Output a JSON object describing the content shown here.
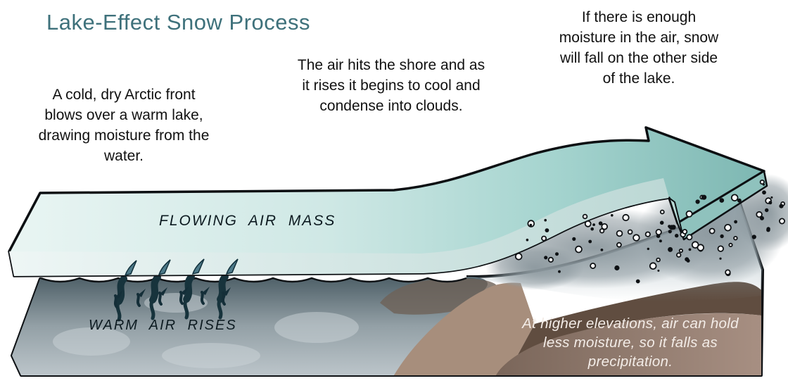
{
  "title": {
    "text": "Lake-Effect Snow Process",
    "color": "#3e717b"
  },
  "annotations": {
    "left": "A cold, dry Arctic front blows over a warm lake, drawing moisture from the water.",
    "center": "The air hits the shore and as it rises it begins to cool and condense into clouds.",
    "right": "If there is enough moisture in the air, snow will fall on the other side of the lake."
  },
  "diagram": {
    "air_mass_label": "FLOWING AIR MASS",
    "warm_air_label": "WARM AIR RISES",
    "precipitation_note": "At higher elevations, air can hold less moisture, so it falls as precipitation.",
    "colors": {
      "outline": "#0e1114",
      "band_pale": "#e9f5f3",
      "band_mid": "#cfe8e5",
      "band_teal": "#7db7b2",
      "band_strip_light": "#eef6f5",
      "band_strip_dark": "#bcd8d5",
      "arrow_side": "#8fc2bd",
      "arrow_barb": "#b7d9d5",
      "lake_dark": "#4d5f67",
      "lake_mid": "#93a0a6",
      "lake_light": "#bcc5ca",
      "shore_snow": "#ffffff",
      "shore_shadow": "#6e6257",
      "terrain_tan": "#a78e7c",
      "hill_dark_brown": "#604d40",
      "hill_face_brown_left": "#7a665a",
      "hill_face_brown_right": "#a78f82",
      "cloud_grey": "#8c989e",
      "warm_arrow_dark": "#17333c",
      "warm_arrow_tip_teal": "#4d7a89",
      "label_text": "#0d1b21",
      "precip_text": "#f3ece7"
    }
  }
}
